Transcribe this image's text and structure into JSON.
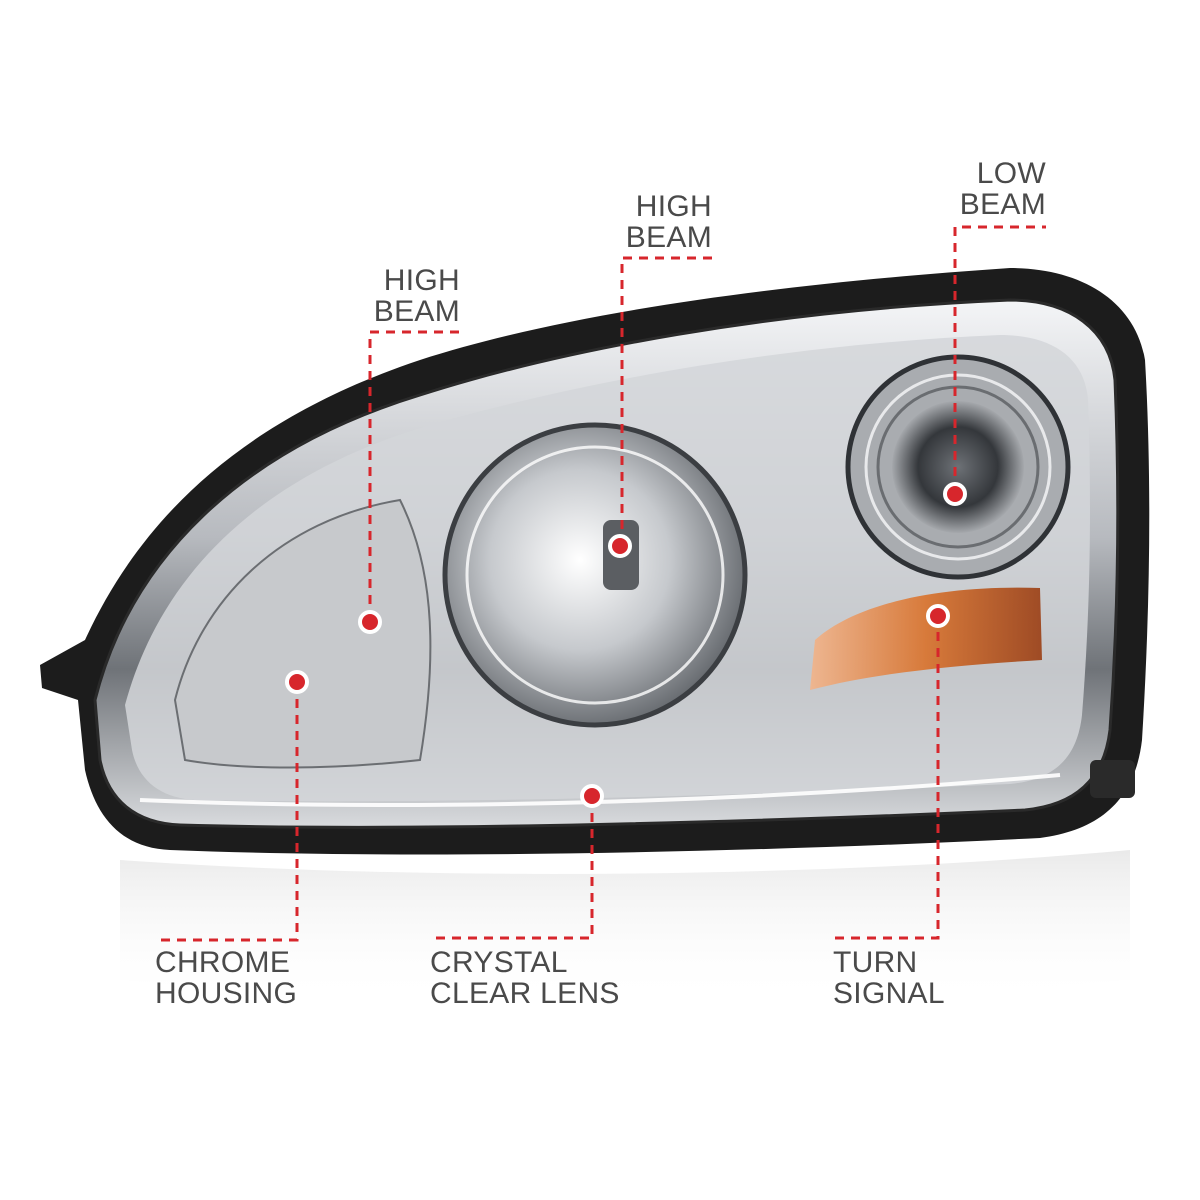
{
  "colors": {
    "callout_red": "#d7262c",
    "label_gray": "#4a4a4a",
    "housing_dark": "#1c1c1c",
    "chrome": "#b9bcc1",
    "turn_signal_amber": "#d9712a"
  },
  "callouts": [
    {
      "id": "high-beam-left",
      "line1": "HIGH",
      "line2": "BEAM"
    },
    {
      "id": "high-beam-center",
      "line1": "HIGH",
      "line2": "BEAM"
    },
    {
      "id": "low-beam",
      "line1": "LOW",
      "line2": "BEAM"
    },
    {
      "id": "chrome-housing",
      "line1": "CHROME",
      "line2": "HOUSING"
    },
    {
      "id": "crystal-clear-lens",
      "line1": "CRYSTAL",
      "line2": "CLEAR LENS"
    },
    {
      "id": "turn-signal",
      "line1": "TURN",
      "line2": "SIGNAL"
    }
  ]
}
